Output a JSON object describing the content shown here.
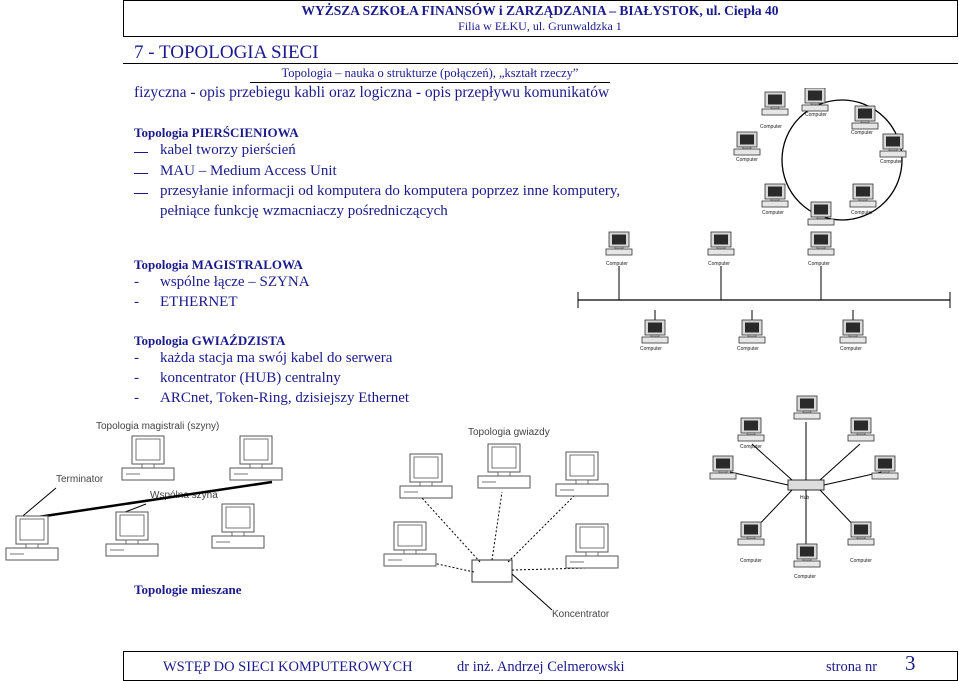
{
  "header": {
    "title": "WYŻSZA SZKOŁA FINANSÓW i ZARZĄDZANIA – BIAŁYSTOK, ul. Ciepła 40",
    "subtitle": "Filia w EŁKU, ul. Grunwaldzka 1"
  },
  "chapter": "7 - TOPOLOGIA SIECI",
  "definition": "Topologia – nauka o strukturze (połączeń), „kształt rzeczy”",
  "lead": "fizyczna - opis przebiegu kabli oraz logiczna - opis przepływu komunikatów",
  "ring": {
    "heading": "Topologia PIERŚCIENIOWA",
    "items": [
      "kabel tworzy pierścień",
      "MAU – Medium Access Unit",
      "przesyłanie informacji od komputera do komputera poprzez inne komputery,",
      "pełniące funkcję wzmacniaczy pośredniczących"
    ]
  },
  "bus": {
    "heading": "Topologia MAGISTRALOWA",
    "items": [
      "wspólne łącze – SZYNA",
      "ETHERNET"
    ]
  },
  "star": {
    "heading": "Topologia GWIAŹDZISTA",
    "items": [
      "każda stacja ma swój kabel do serwera",
      "koncentrator (HUB) centralny",
      "ARCnet, Token-Ring, dzisiejszy Ethernet"
    ]
  },
  "mixed_heading": "Topologie mieszane",
  "diagram_labels": {
    "computer": "Computer",
    "hub": "Hub",
    "bus_caption": "Topologia magistrali (szyny)",
    "terminator": "Terminator",
    "shared_bus": "Wspólna szyna",
    "star_caption": "Topologia gwiazdy",
    "concentrator": "Koncentrator"
  },
  "footer": {
    "course": "WSTĘP DO SIECI KOMPUTEROWYCH",
    "author": "dr inż. Andrzej Celmerowski",
    "page_label": "strona nr",
    "page_number": "3"
  }
}
